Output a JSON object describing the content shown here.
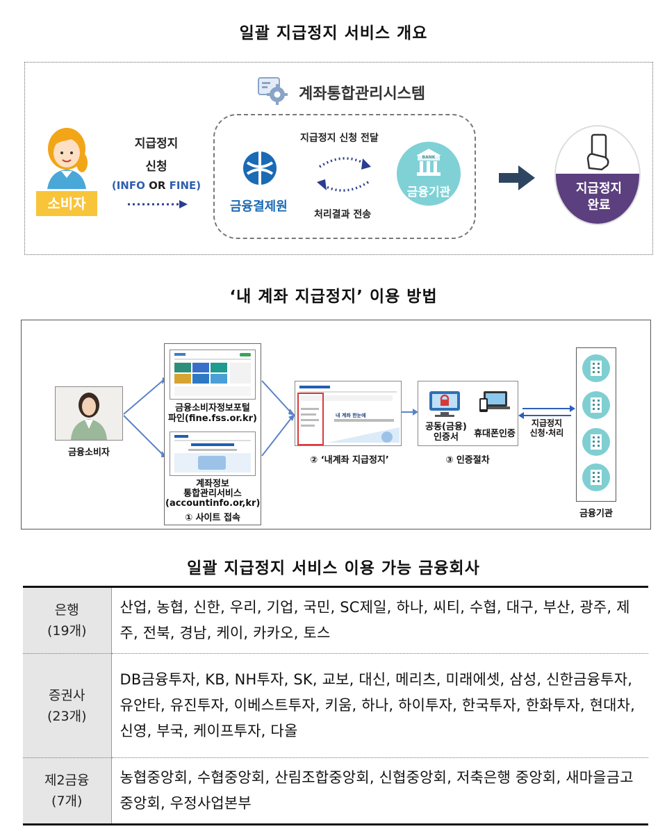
{
  "section1": {
    "title": "일괄 지급정지 서비스 개요",
    "system_title": "계좌통합관리시스템",
    "consumer_label": "소비자",
    "request_line1": "지급정지",
    "request_line2": "신청",
    "request_line3_a": "(INFO",
    "request_line3_or": " OR ",
    "request_line3_b": "FINE)",
    "forward_label": "지급정지 신청 전달",
    "return_label": "처리결과 전송",
    "kftc_label": "금융결제원",
    "bank_sign": "BANK",
    "bank_label": "금융기관",
    "done_label": "지급정지\n완료",
    "colors": {
      "kftc_blue": "#1a6ab5",
      "consumer_yellow": "#f8c43a",
      "bank_teal": "#7fd1d6",
      "done_purple": "#5b3f7e",
      "arrow_navy": "#2d4560"
    }
  },
  "section2": {
    "title": "‘내 계좌 지급정지’ 이용 방법",
    "consumer_label": "금융소비자",
    "site1_label_line1": "금융소비자정보포털",
    "site1_label_line2": "파인(fine.fss.or.kr)",
    "site2_label_line1": "계좌정보",
    "site2_label_line2": "통합관리서비스",
    "site2_label_line3": "(accountinfo.or,kr)",
    "step1_label": "① 사이트 접속",
    "step2_label": "② ‘내계좌 지급정지’",
    "page_banner": "내 계좌 한눈에",
    "cert1_line1": "공동(금융)",
    "cert1_line2": "인증서",
    "cert2_label": "휴대폰인증",
    "step3_label": "③ 인증절차",
    "process_line1": "지급정지",
    "process_line2": "신청·처리",
    "institutions_label": "금융기관"
  },
  "section3": {
    "title": "일괄 지급정지 서비스 이용 가능 금융회사",
    "rows": [
      {
        "category": "은행",
        "count": "(19개)",
        "companies": "산업, 농협, 신한, 우리, 기업, 국민, SC제일, 하나, 씨티, 수협, 대구, 부산, 광주, 제주, 전북, 경남, 케이, 카카오, 토스"
      },
      {
        "category": "증권사",
        "count": "(23개)",
        "companies": "DB금융투자, KB, NH투자, SK, 교보, 대신, 메리츠, 미래에셋, 삼성, 신한금융투자, 유안타, 유진투자, 이베스트투자, 키움, 하나, 하이투자, 한국투자, 한화투자, 현대차, 신영, 부국, 케이프투자, 다올"
      },
      {
        "category": "제2금융",
        "count": "(7개)",
        "companies": "농협중앙회, 수협중앙회, 산림조합중앙회, 신협중앙회, 저축은행 중앙회, 새마을금고중앙회, 우정사업본부"
      }
    ]
  }
}
